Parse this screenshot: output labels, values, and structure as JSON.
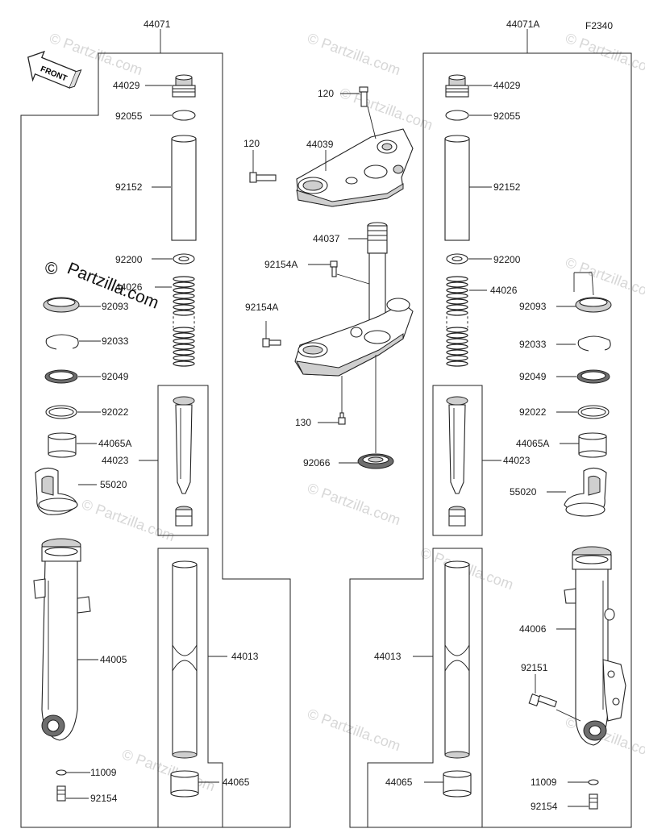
{
  "figure_code": "F2340",
  "front_label": "FRONT",
  "watermark": "© Partzilla.com",
  "watermark_text": "Partzilla.com",
  "labels": {
    "l44071": "44071",
    "l44029": "44029",
    "l92055": "92055",
    "l92152": "92152",
    "l92200": "92200",
    "l44026": "44026",
    "l92093": "92093",
    "l92033": "92033",
    "l92049": "92049",
    "l92022": "92022",
    "l44065A": "44065A",
    "l44023": "44023",
    "l55020": "55020",
    "l44005": "44005",
    "l44013": "44013",
    "l11009": "11009",
    "l92154": "92154",
    "l44065": "44065",
    "c120a": "120",
    "c120b": "120",
    "c44039": "44039",
    "c44037": "44037",
    "c92154A1": "92154A",
    "c92154A2": "92154A",
    "c130": "130",
    "c92066": "92066",
    "r44071A": "44071A",
    "r44029": "44029",
    "r92055": "92055",
    "r92152": "92152",
    "r92200": "92200",
    "r44026": "44026",
    "r92093": "92093",
    "r92033": "92033",
    "r92049": "92049",
    "r92022": "92022",
    "r44065A": "44065A",
    "r44023": "44023",
    "r55020": "55020",
    "r44006": "44006",
    "r92151": "92151",
    "r44013": "44013",
    "r44065": "44065",
    "r11009": "11009",
    "r92154": "92154"
  }
}
